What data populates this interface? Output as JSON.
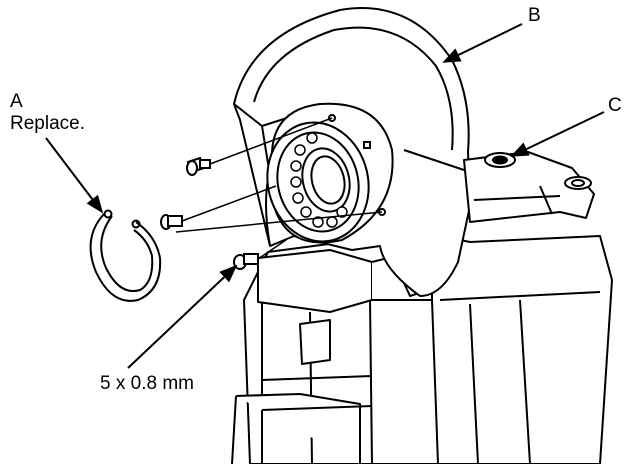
{
  "callouts": {
    "a_letter": "A",
    "a_note": "Replace.",
    "b_letter": "B",
    "c_letter": "C",
    "bolt_spec": "5 x 0.8 mm"
  },
  "colors": {
    "line": "#000000",
    "background": "#ffffff",
    "part_fill": "#ffffff"
  }
}
